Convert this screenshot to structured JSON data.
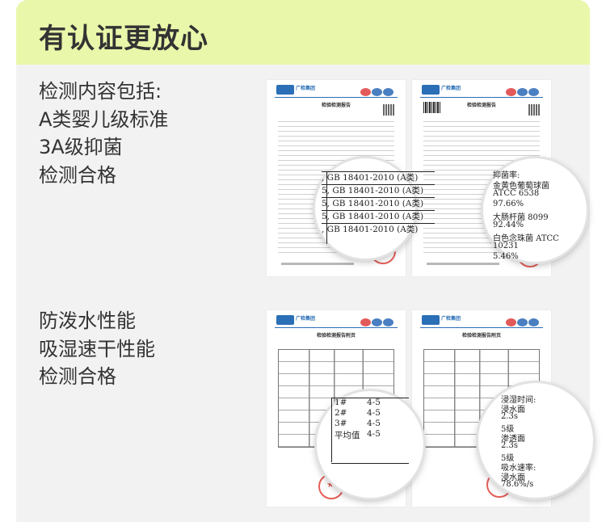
{
  "header": {
    "title": "有认证更放心"
  },
  "section1": {
    "lines": [
      "检测内容包括:",
      "A类婴儿级标准",
      "3A级抑菌",
      "检测合格"
    ]
  },
  "section2": {
    "lines": [
      "防泼水性能",
      "吸湿速干性能",
      "检测合格"
    ]
  },
  "docs": {
    "report_title": "检验检测报告",
    "appendix_title": "检验检测报告附页",
    "brand": "广检集团"
  },
  "lens1": {
    "rows": [
      ", GB 18401-2010 (A类)",
      "5, GB 18401-2010 (A类)",
      "5, GB 18401-2010 (A类)",
      "5, GB 18401-2010 (A类)",
      ", GB 18401-2010 (A类)"
    ]
  },
  "lens2": {
    "rows": [
      "抑菌率:",
      "金黄色葡萄球菌",
      "ATCC 6538",
      "97.66%",
      "大肠杆菌 8099",
      "92.44%",
      "白色念珠菌 ATCC",
      "10231",
      "5.46%"
    ]
  },
  "lens3": {
    "rows": [
      {
        "k": "1#",
        "v": "4-5"
      },
      {
        "k": "2#",
        "v": "4-5"
      },
      {
        "k": "3#",
        "v": "4-5"
      },
      {
        "k": "平均值",
        "v": "4-5"
      }
    ]
  },
  "lens4": {
    "rows": [
      "浸湿时间:",
      "浸水面",
      "2.3s",
      "5级",
      "渗透面",
      "2.3s",
      "5级",
      "吸水速率:",
      "浸水面",
      "78.6%/s"
    ]
  },
  "colors": {
    "header_bg": "#e9f7aa",
    "panel_bg": "#f2f2f2",
    "brand_blue": "#2b6fb6",
    "stamp_red": "#e0443b"
  }
}
